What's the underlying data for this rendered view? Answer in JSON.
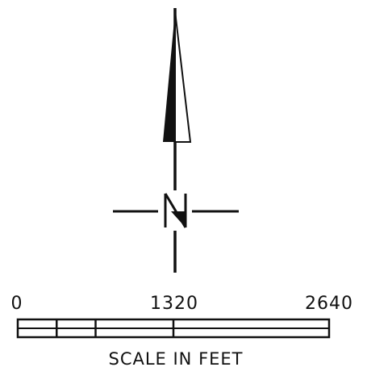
{
  "north_arrow": {
    "symbol": "N"
  },
  "scale_bar": {
    "tick_labels": [
      "0",
      "1320",
      "2640"
    ],
    "tick_values": [
      0,
      1320,
      2640
    ],
    "max_value": 2640,
    "caption": "SCALE IN FEET",
    "segment_breaks": [
      0,
      330,
      660,
      1320,
      2640
    ]
  },
  "colors": {
    "ink": "#111111",
    "background": "#ffffff"
  }
}
